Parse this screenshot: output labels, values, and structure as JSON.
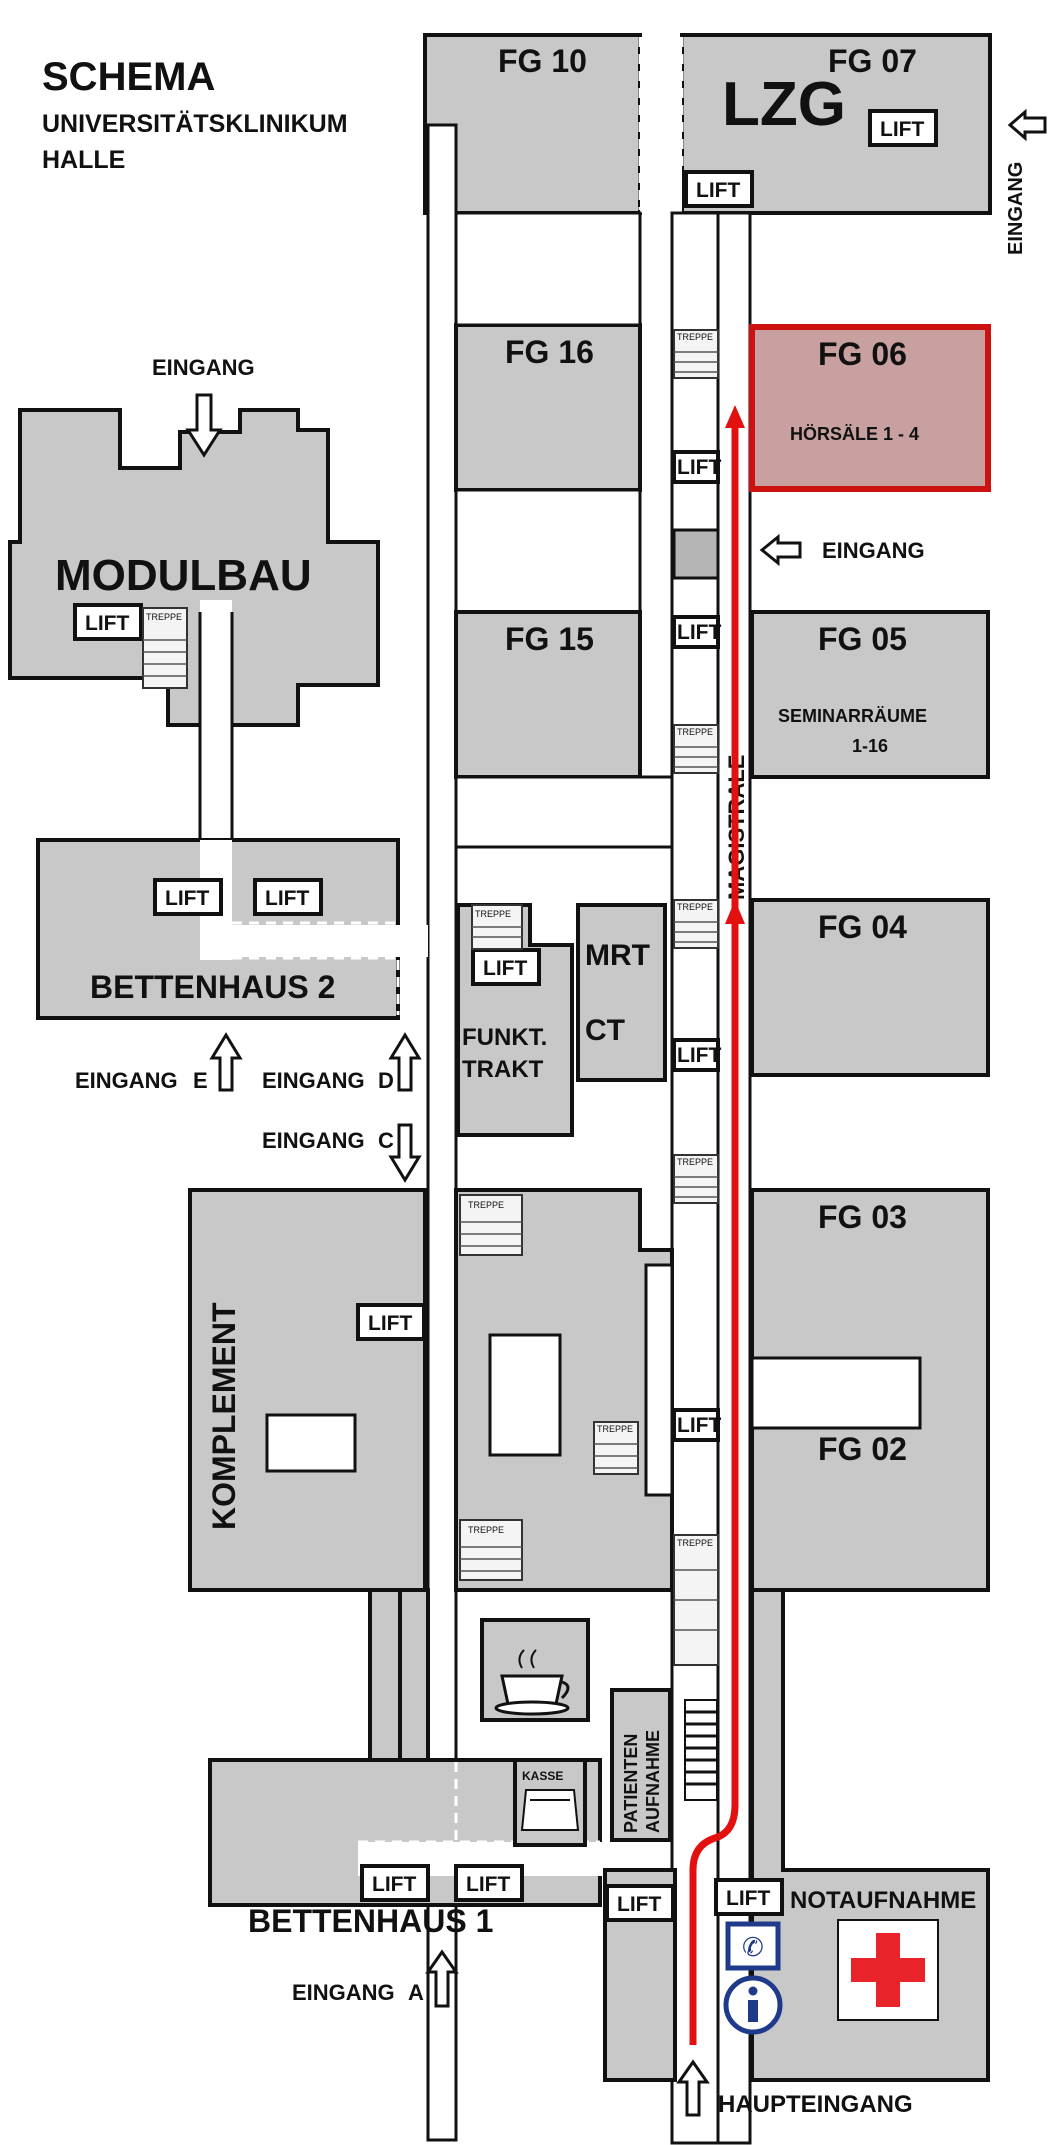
{
  "title": "SCHEMA",
  "subtitle_line1": "UNIVERSITÄTSKLINIKUM",
  "subtitle_line2": "HALLE",
  "colors": {
    "building": "#c8c8c8",
    "route": "#e31010",
    "highlight_fill": "#c9a0a0",
    "highlight_border": "#cc1111",
    "cross": "#e8232a",
    "info": "#1f3a8a"
  },
  "labels": {
    "fg10": "FG 10",
    "fg07": "FG 07",
    "lzg": "LZG",
    "fg16": "FG 16",
    "fg06": "FG 06",
    "hoersaele": "HÖRSÄLE 1 - 4",
    "fg15": "FG 15",
    "fg05": "FG 05",
    "seminar_line1": "SEMINARRÄUME",
    "seminar_line2": "1-16",
    "fg04": "FG 04",
    "fg03": "FG 03",
    "fg02": "FG 02",
    "modulbau": "MODULBAU",
    "bettenhaus2": "BETTENHAUS 2",
    "bettenhaus1": "BETTENHAUS 1",
    "komplement": "KOMPLEMENT",
    "mrt": "MRT",
    "ct": "CT",
    "funkt_line1": "FUNKT.",
    "funkt_line2": "TRAKT",
    "magistrale": "MAGISTRALE",
    "patienten_line1": "PATIENTEN",
    "patienten_line2": "AUFNAHME",
    "kasse": "KASSE",
    "notaufnahme": "NOTAUFNAHME",
    "lift": "LIFT",
    "treppe": "TREPPE",
    "eingang": "EINGANG",
    "eingang_e_word": "EINGANG",
    "eingang_e_letter": "E",
    "eingang_d_word": "EINGANG",
    "eingang_d_letter": "D",
    "eingang_c_word": "EINGANG",
    "eingang_c_letter": "C",
    "eingang_a_word": "EINGANG",
    "eingang_a_letter": "A",
    "haupteingang": "HAUPTEINGANG"
  },
  "icons": [
    "coffee-cup-icon",
    "cash-register-icon",
    "phone-icon",
    "info-icon",
    "red-cross-icon",
    "arrow-icon"
  ]
}
